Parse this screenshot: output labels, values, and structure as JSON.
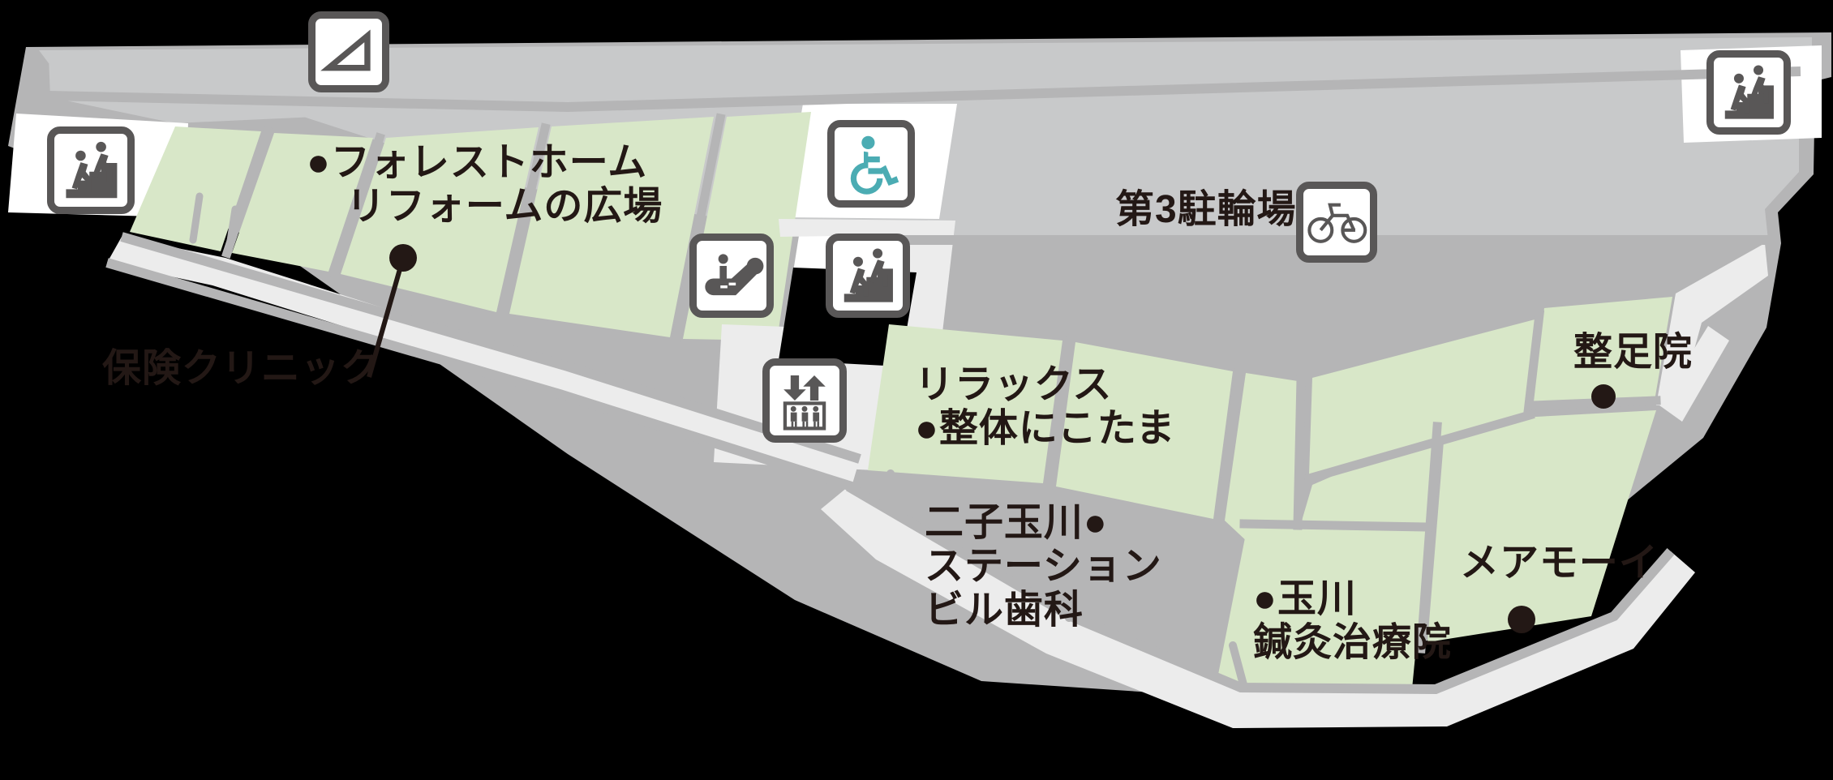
{
  "map": {
    "title": "二子玉川ステーションビル フロアマップ",
    "colors": {
      "background": "#000000",
      "tenant_fill": "#d8e7c8",
      "corridor_fill": "#ececec",
      "plaza_fill": "#c8c9ca",
      "outline": "#b5b5b6",
      "text": "#231815",
      "icon_stroke": "#595757",
      "accessible_teal": "#4bacb3",
      "icon_bg": "#ffffff"
    }
  },
  "labels": [
    {
      "id": "forest-home",
      "lines": "●フォレストホーム\n　リフォームの広場"
    },
    {
      "id": "hoken-clinic",
      "lines": "保険クリニック"
    },
    {
      "id": "bicycle-parking",
      "lines": "第3駐輪場"
    },
    {
      "id": "relax-seitai",
      "lines": "リラックス\n●整体にこたま"
    },
    {
      "id": "station-bldg-dental",
      "lines": "二子玉川●\nステーション\nビル歯科"
    },
    {
      "id": "seisokuin",
      "lines": "整足院"
    },
    {
      "id": "meamoi",
      "lines": "メアモーイ"
    },
    {
      "id": "tamagawa-shinkyu",
      "lines": "●玉川\n鍼灸治療院"
    }
  ],
  "icons": [
    {
      "id": "slope-top",
      "name": "slope-ramp-icon",
      "alt": "スロープ"
    },
    {
      "id": "stairs-left",
      "name": "stairs-icon",
      "alt": "階段"
    },
    {
      "id": "wheelchair",
      "name": "wheelchair-icon",
      "alt": "多目的トイレ"
    },
    {
      "id": "escalator",
      "name": "escalator-icon",
      "alt": "エスカレーター"
    },
    {
      "id": "stairs-center",
      "name": "stairs-icon",
      "alt": "階段"
    },
    {
      "id": "elevator",
      "name": "elevator-icon",
      "alt": "エレベーター"
    },
    {
      "id": "bicycle",
      "name": "bicycle-parking-icon",
      "alt": "駐輪場"
    },
    {
      "id": "stairs-right",
      "name": "stairs-icon",
      "alt": "階段"
    }
  ]
}
